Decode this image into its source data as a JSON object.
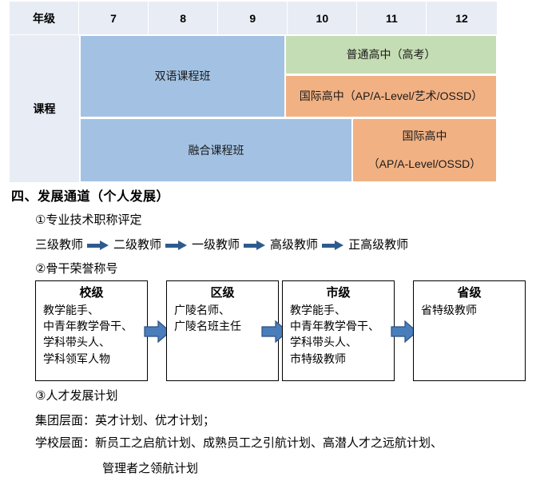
{
  "curriculum_table": {
    "row_header_label": "年级",
    "row_course_label": "课程",
    "grades": [
      "7",
      "8",
      "9",
      "10",
      "11",
      "12"
    ],
    "cells": {
      "bilingual": "双语课程班",
      "putong_gaozhong": "普通高中（高考）",
      "guoji_gaozhong_1": "国际高中（AP/A-Level/艺术/OSSD）",
      "fusion": "融合课程班",
      "guoji_gaozhong_2_line1": "国际高中",
      "guoji_gaozhong_2_line2": "（AP/A-Level/OSSD）"
    },
    "colors": {
      "header_bg": "#e8ecf5",
      "blue": "#a3c2e3",
      "green": "#c5ddb4",
      "orange": "#f2b183"
    }
  },
  "section": {
    "heading": "四、发展通道（个人发展）",
    "item_1": "①专业技术职称评定",
    "ladder": [
      "三级教师",
      "二级教师",
      "一级教师",
      "高级教师",
      "正高级教师"
    ],
    "item_2": "②骨干荣誉称号",
    "item_3": "③人才发展计划",
    "plan_group": "集团层面：英才计划、优才计划；",
    "plan_school_line1": "学校层面：新员工之启航计划、成熟员工之引航计划、高潜人才之远航计划、",
    "plan_school_line2": "管理者之领航计划"
  },
  "honour_boxes": [
    {
      "title": "校级",
      "lines": [
        "教学能手、",
        "中青年教学骨干、",
        "学科带头人、",
        "学科领军人物"
      ]
    },
    {
      "title": "区级",
      "lines": [
        "广陵名师、",
        "广陵名班主任"
      ]
    },
    {
      "title": "市级",
      "lines": [
        "教学能手、",
        "中青年教学骨干、",
        "学科带头人、",
        "市特级教师"
      ]
    },
    {
      "title": "省级",
      "lines": [
        "省特级教师"
      ]
    }
  ],
  "arrow_color": "#4a7ebb"
}
